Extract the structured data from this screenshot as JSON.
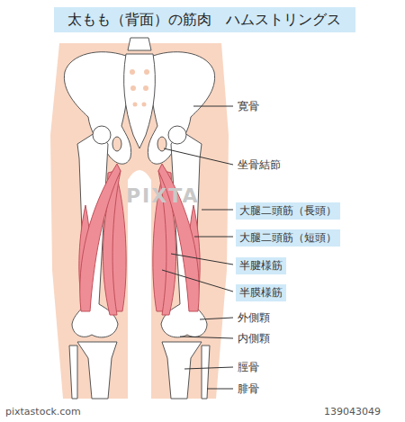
{
  "diagram": {
    "title": "太もも（背面）の筋肉　ハムストリングス",
    "nodes": [
      {
        "text": [
          "大腿二頭筋（長頭）"
        ]
      },
      {
        "text": [
          "大腿二頭筋（短頭）"
        ]
      },
      {
        "text": [
          "半腱様筋"
        ]
      },
      {
        "text": [
          "半膜様筋"
        ]
      }
    ],
    "labels": [
      "寛骨",
      "坐骨結節",
      "外側顆",
      "内側顆",
      "脛骨",
      "腓骨",
      "PIXTA",
      "pixtastock.com",
      "139043049"
    ]
  }
}
